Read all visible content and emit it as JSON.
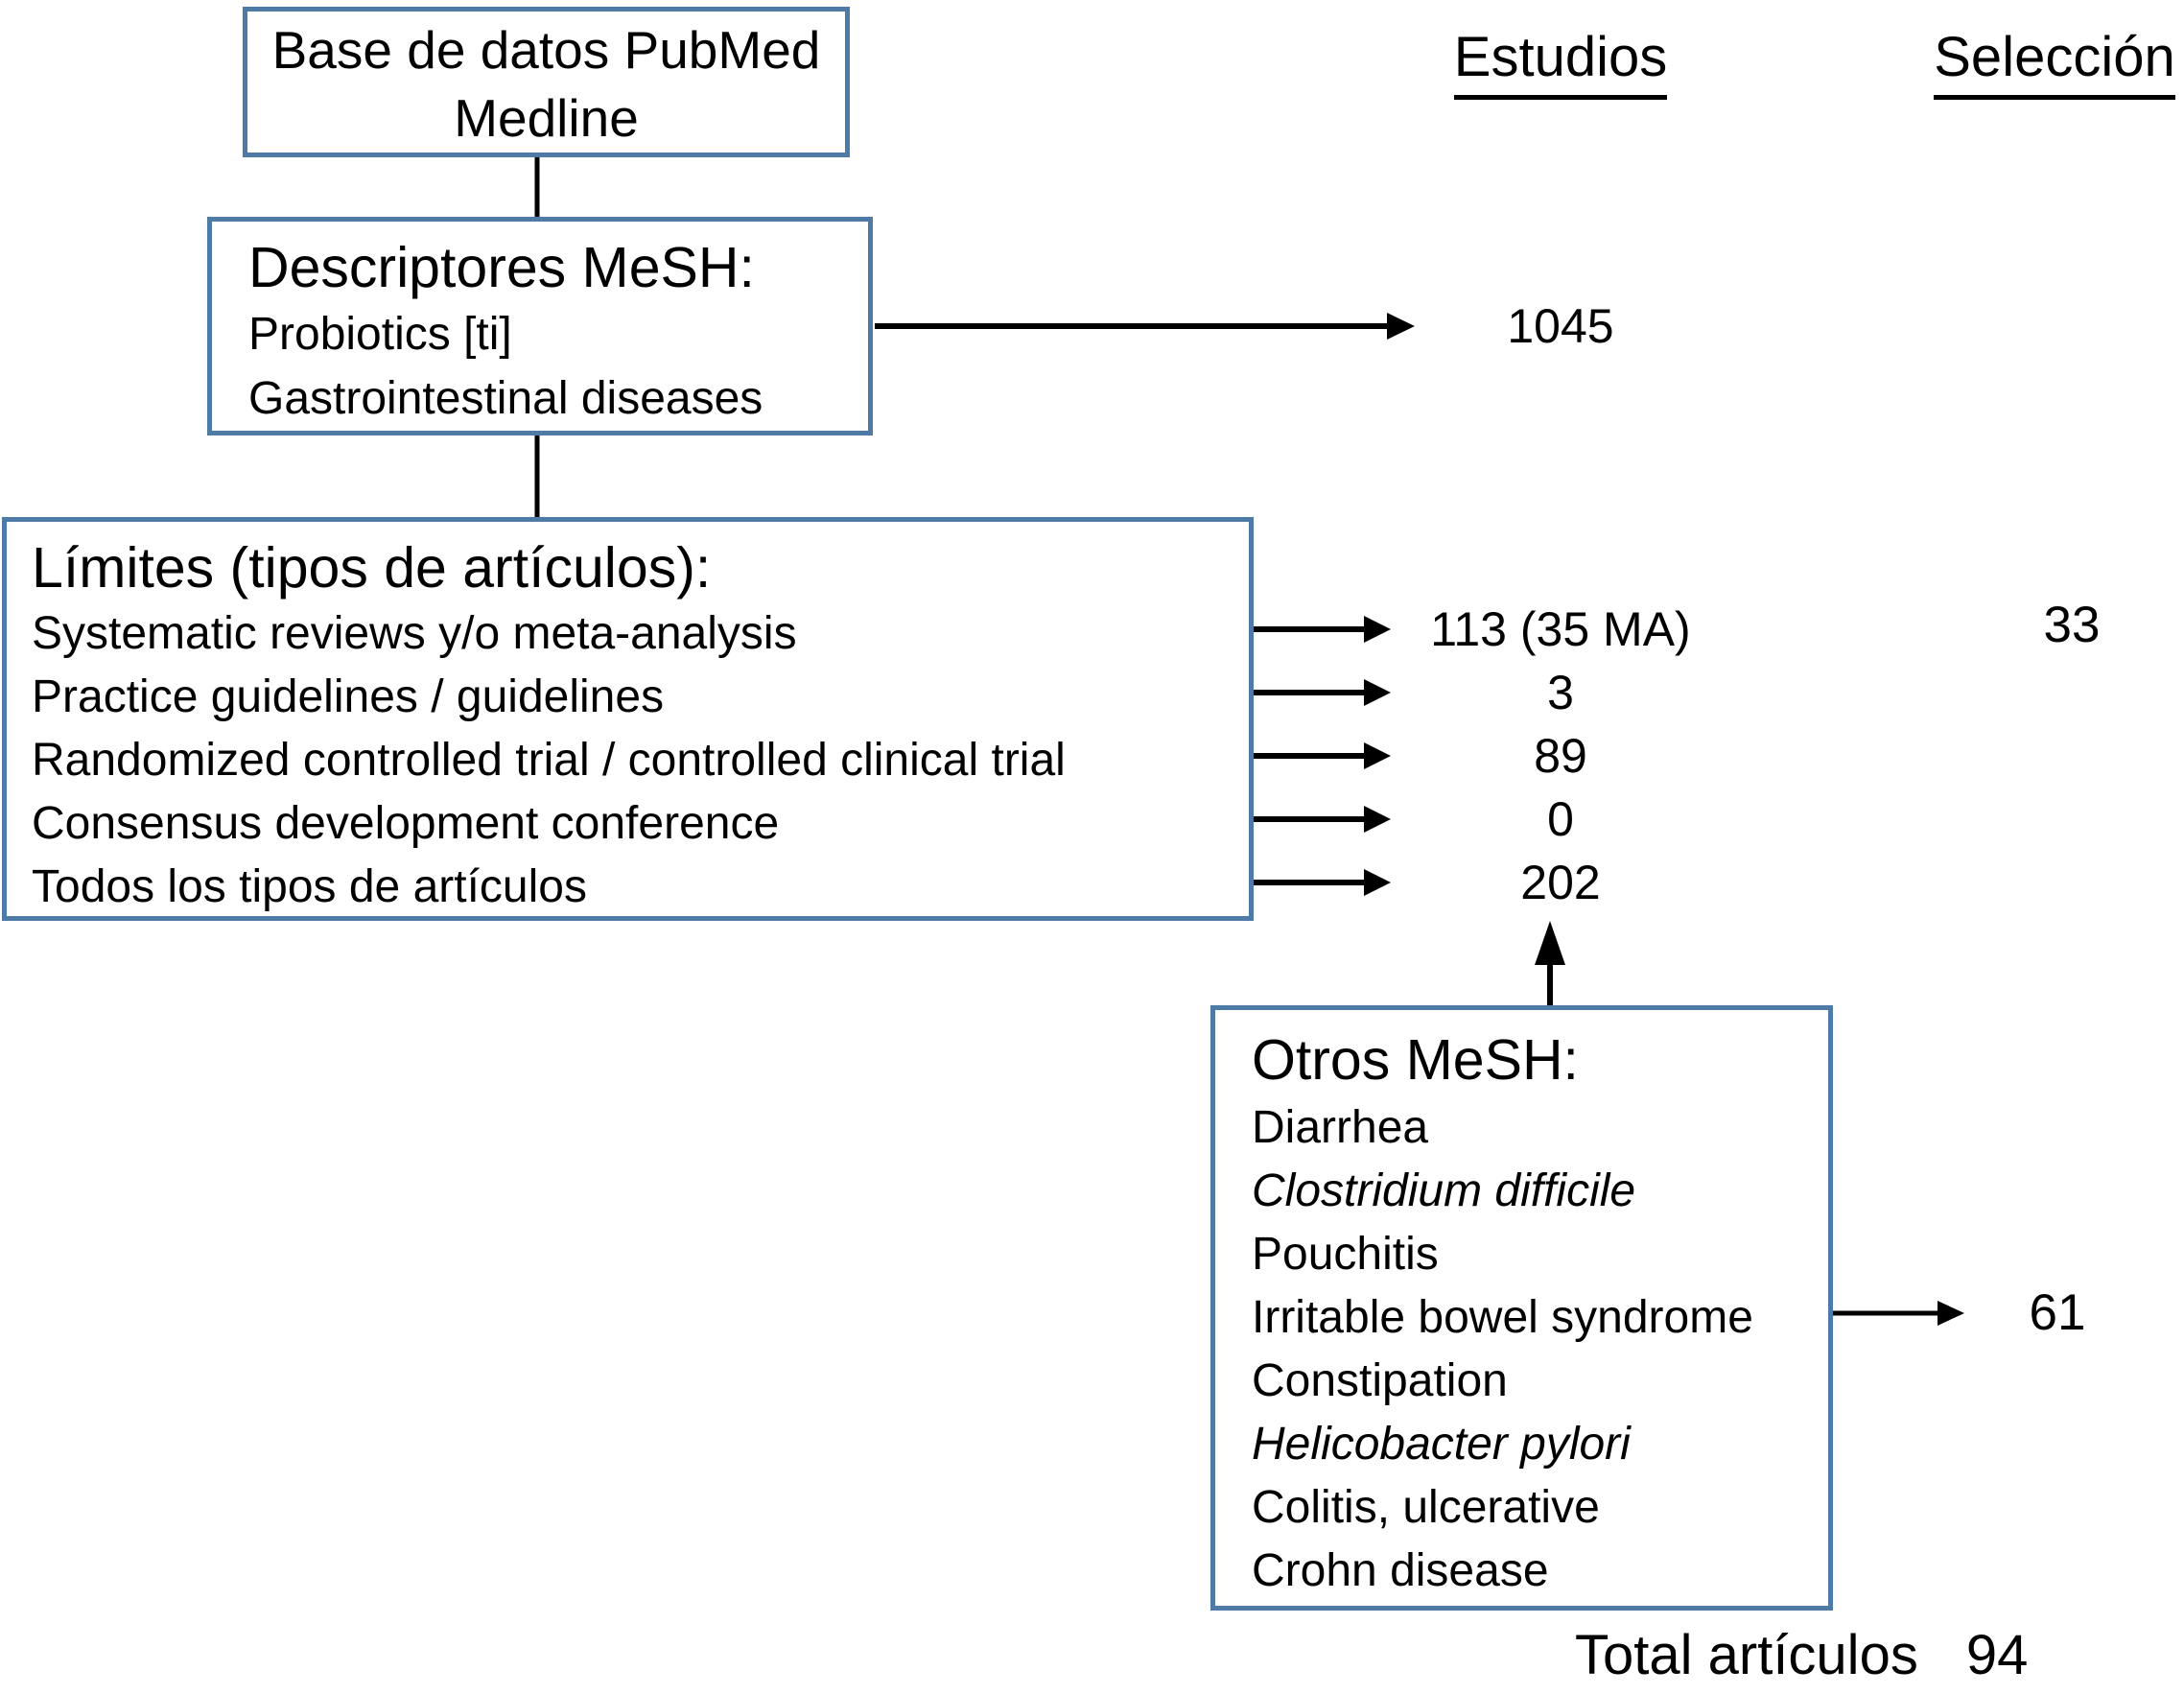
{
  "headers": {
    "estudios": "Estudios",
    "seleccion": "Selección"
  },
  "pubmed_box": {
    "line1": "Base de datos PubMed",
    "line2": "Medline"
  },
  "descriptores_box": {
    "title": "Descriptores MeSH:",
    "items": [
      "Probiotics [ti]",
      "Gastrointestinal diseases"
    ],
    "estudios_value": "1045"
  },
  "limites_box": {
    "title": "Límites (tipos de artículos):",
    "items": [
      {
        "label": "Systematic reviews y/o meta-analysis",
        "estudios": "113 (35 MA)",
        "seleccion": "33"
      },
      {
        "label": "Practice guidelines / guidelines",
        "estudios": "3"
      },
      {
        "label": "Randomized controlled trial / controlled clinical trial",
        "estudios": "89"
      },
      {
        "label": "Consensus development conference",
        "estudios": "0"
      },
      {
        "label": "Todos los tipos de artículos",
        "estudios": "202"
      }
    ]
  },
  "otros_box": {
    "title": "Otros MeSH:",
    "items": [
      {
        "label": "Diarrhea",
        "italic": false
      },
      {
        "label": "Clostridium difficile",
        "italic": true
      },
      {
        "label": "Pouchitis",
        "italic": false
      },
      {
        "label": "Irritable bowel syndrome",
        "italic": false
      },
      {
        "label": "Constipation",
        "italic": false
      },
      {
        "label": "Helicobacter pylori",
        "italic": true
      },
      {
        "label": "Colitis, ulcerative",
        "italic": false
      },
      {
        "label": "Crohn disease",
        "italic": false
      }
    ],
    "seleccion_value": "61"
  },
  "total": {
    "label": "Total artículos",
    "value": "94"
  },
  "colors": {
    "box_border": "#4d7ba6",
    "connector": "#000000",
    "text": "#000000",
    "background": "#ffffff"
  }
}
